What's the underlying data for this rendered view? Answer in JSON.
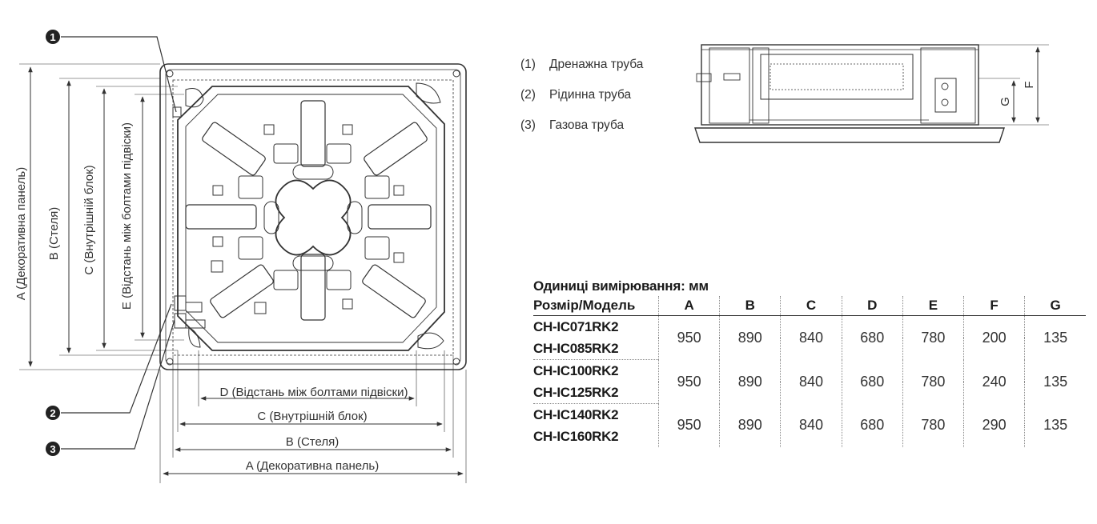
{
  "callouts": [
    "1",
    "2",
    "3"
  ],
  "dimension_labels": {
    "A": "A (Декоративна панель)",
    "B": "B (Стеля)",
    "C": "C (Внутрішній блок)",
    "E": "E (Відстань між болтами підвіски)",
    "D": "D (Відстань між болтами підвіски)",
    "C_bottom": "C (Внутрішній блок)",
    "B_bottom": "B (Стеля)",
    "A_bottom": "A (Декоративна панель)",
    "F": "F",
    "G": "G"
  },
  "legend": [
    {
      "num": "(1)",
      "label": "Дренажна труба"
    },
    {
      "num": "(2)",
      "label": "Рідинна труба"
    },
    {
      "num": "(3)",
      "label": "Газова труба"
    }
  ],
  "spec": {
    "units": "Одиниці вимірювання: мм",
    "header": [
      "Розмір/Модель",
      "A",
      "B",
      "C",
      "D",
      "E",
      "F",
      "G"
    ],
    "groups": [
      {
        "models": [
          "CH-IC071RK2",
          "CH-IC085RK2"
        ],
        "values": [
          "950",
          "890",
          "840",
          "680",
          "780",
          "200",
          "135"
        ]
      },
      {
        "models": [
          "CH-IC100RK2",
          "CH-IC125RK2"
        ],
        "values": [
          "950",
          "890",
          "840",
          "680",
          "780",
          "240",
          "135"
        ]
      },
      {
        "models": [
          "CH-IC140RK2",
          "CH-IC160RK2"
        ],
        "values": [
          "950",
          "890",
          "840",
          "680",
          "780",
          "290",
          "135"
        ]
      }
    ]
  }
}
